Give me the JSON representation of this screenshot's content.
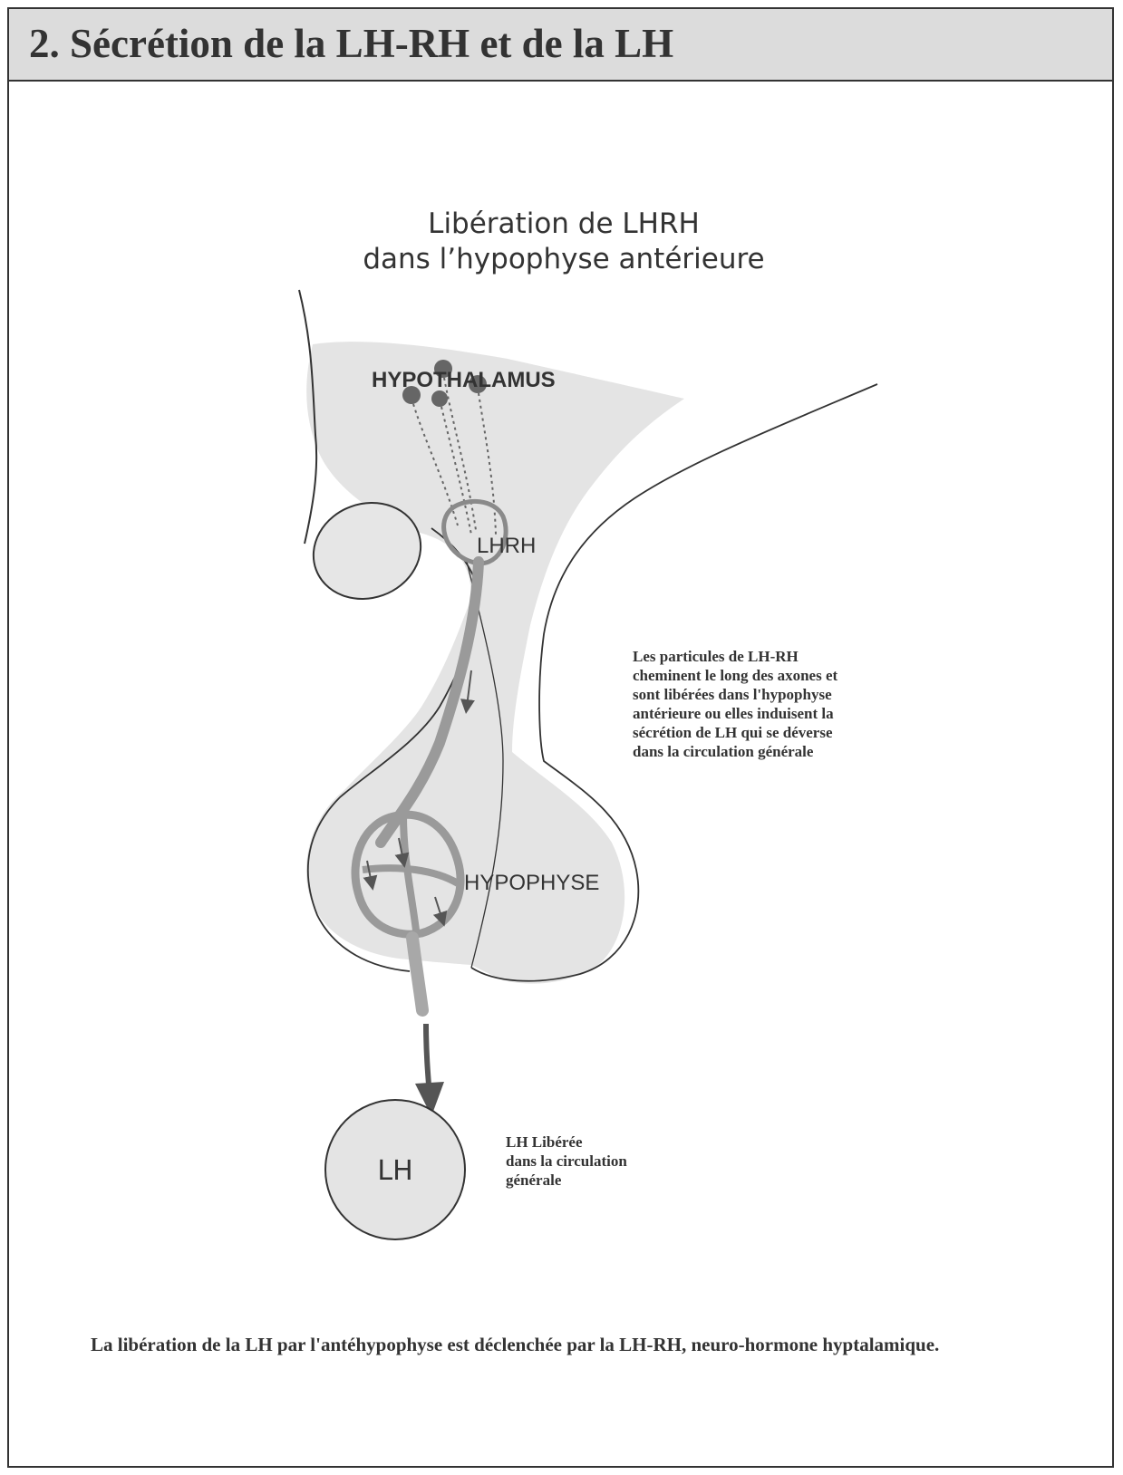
{
  "header": {
    "title": "2. Sécrétion de la LH-RH et de la LH"
  },
  "diagram": {
    "title_lines": [
      "Libération de LHRH",
      "dans l’hypophyse antérieure"
    ],
    "labels": {
      "hypothalamus": "HYPOTHALAMUS",
      "lhrh": "LHRH",
      "hypophyse": "HYPOPHYSE",
      "lh": "LH"
    },
    "note_particules": [
      "Les particules de LH-RH",
      "cheminent  le long des axones et",
      "sont libérées dans l'hypophyse",
      "antérieure ou elles induisent la",
      "sécrétion de LH qui se déverse",
      "dans la circulation générale"
    ],
    "note_lh": [
      "LH Libérée",
      "dans la circulation",
      "générale"
    ]
  },
  "caption": "La libération de la LH par l'antéhypophyse est déclenchée par la LH-RH, neuro-hormone hyptalamique.",
  "colors": {
    "tissue_fill": "#e4e4e4",
    "vessel": "#9a9a9a",
    "outline": "#333333"
  }
}
